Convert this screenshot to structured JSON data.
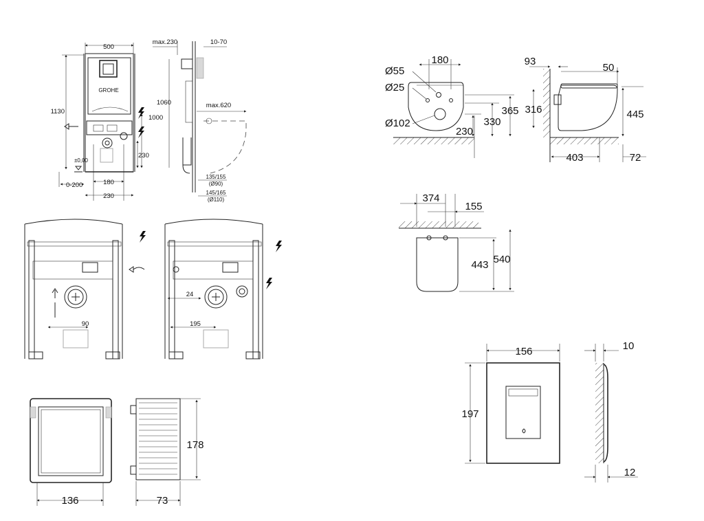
{
  "frame_view": {
    "brand": "GROHE",
    "dims": {
      "width": "500",
      "max_depth": "max.230",
      "wall_range": "10-70",
      "height": "1130",
      "height2": "1060",
      "side_height": "1000",
      "projection": "max.620",
      "low_height": "230",
      "floor_zero": "±0,00",
      "floor_range": "0-200",
      "pipe_spacing": "180",
      "bottom_width": "230",
      "drain_90": "135/155",
      "drain_90_dia": "(Ø90)",
      "drain_110": "145/165",
      "drain_110_dia": "(Ø110)"
    }
  },
  "front_views": {
    "left_dim": "90",
    "right_dim_a": "24",
    "right_dim_b": "195"
  },
  "wc_front": {
    "width": "180",
    "d1": "Ø55",
    "d2": "Ø25",
    "d3": "Ø102",
    "h1": "230",
    "h2": "330",
    "h3": "365"
  },
  "wc_side": {
    "wall": "93",
    "top": "50",
    "h_inner": "316",
    "h_total": "445",
    "depth": "403",
    "foot": "72"
  },
  "wc_top": {
    "spacing": "374",
    "width": "155",
    "depth_a": "443",
    "depth_b": "540"
  },
  "flush_plate": {
    "width": "156",
    "height": "197",
    "thickness_top": "10",
    "thickness_bottom": "12"
  },
  "access_frame": {
    "width": "136"
  },
  "access_grille": {
    "height": "178",
    "depth": "73"
  },
  "icons": [
    "electric-bolt-icon",
    "water-inlet-icon",
    "floor-level-icon"
  ]
}
